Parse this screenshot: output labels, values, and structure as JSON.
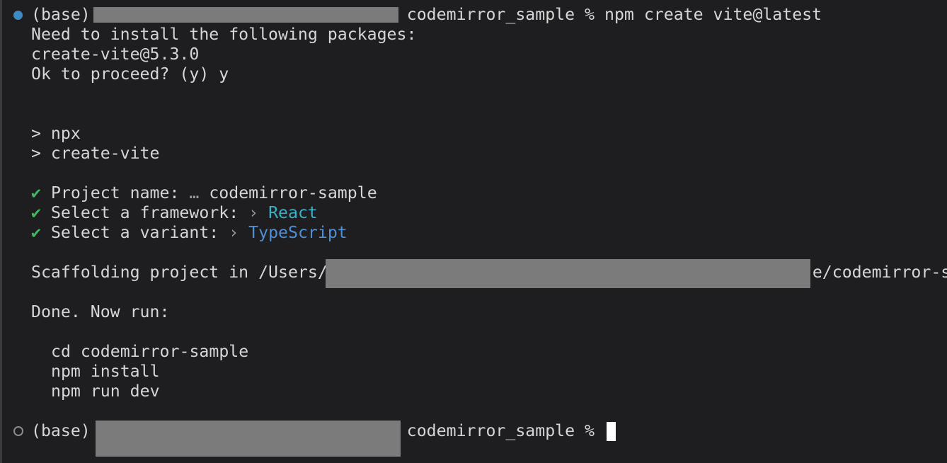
{
  "prompt1": {
    "env": "(base)",
    "dir": "codemirror_sample %",
    "command": "npm create vite@latest",
    "status": "success"
  },
  "lines": {
    "need": "Need to install the following packages:",
    "pkg": "create-vite@5.3.0",
    "proceed": "Ok to proceed? (y) y",
    "npx": "> npx",
    "createvite": "> create-vite"
  },
  "prompts": [
    {
      "check": "✔",
      "label": "Project name:",
      "sep": "…",
      "value": "codemirror-sample"
    },
    {
      "check": "✔",
      "label": "Select a framework:",
      "sep": "›",
      "value": "React",
      "color": "#3ab0c8"
    },
    {
      "check": "✔",
      "label": "Select a variant:",
      "sep": "›",
      "value": "TypeScript",
      "color": "#4f8fd6"
    }
  ],
  "scaffold": {
    "prefix": "Scaffolding project in /Users/",
    "suffix": "e/codemirror-sa"
  },
  "done": "Done. Now run:",
  "commands": [
    "cd codemirror-sample",
    "npm install",
    "npm run dev"
  ],
  "prompt2": {
    "env": "(base)",
    "dir": "codemirror_sample %",
    "status": "idle"
  }
}
